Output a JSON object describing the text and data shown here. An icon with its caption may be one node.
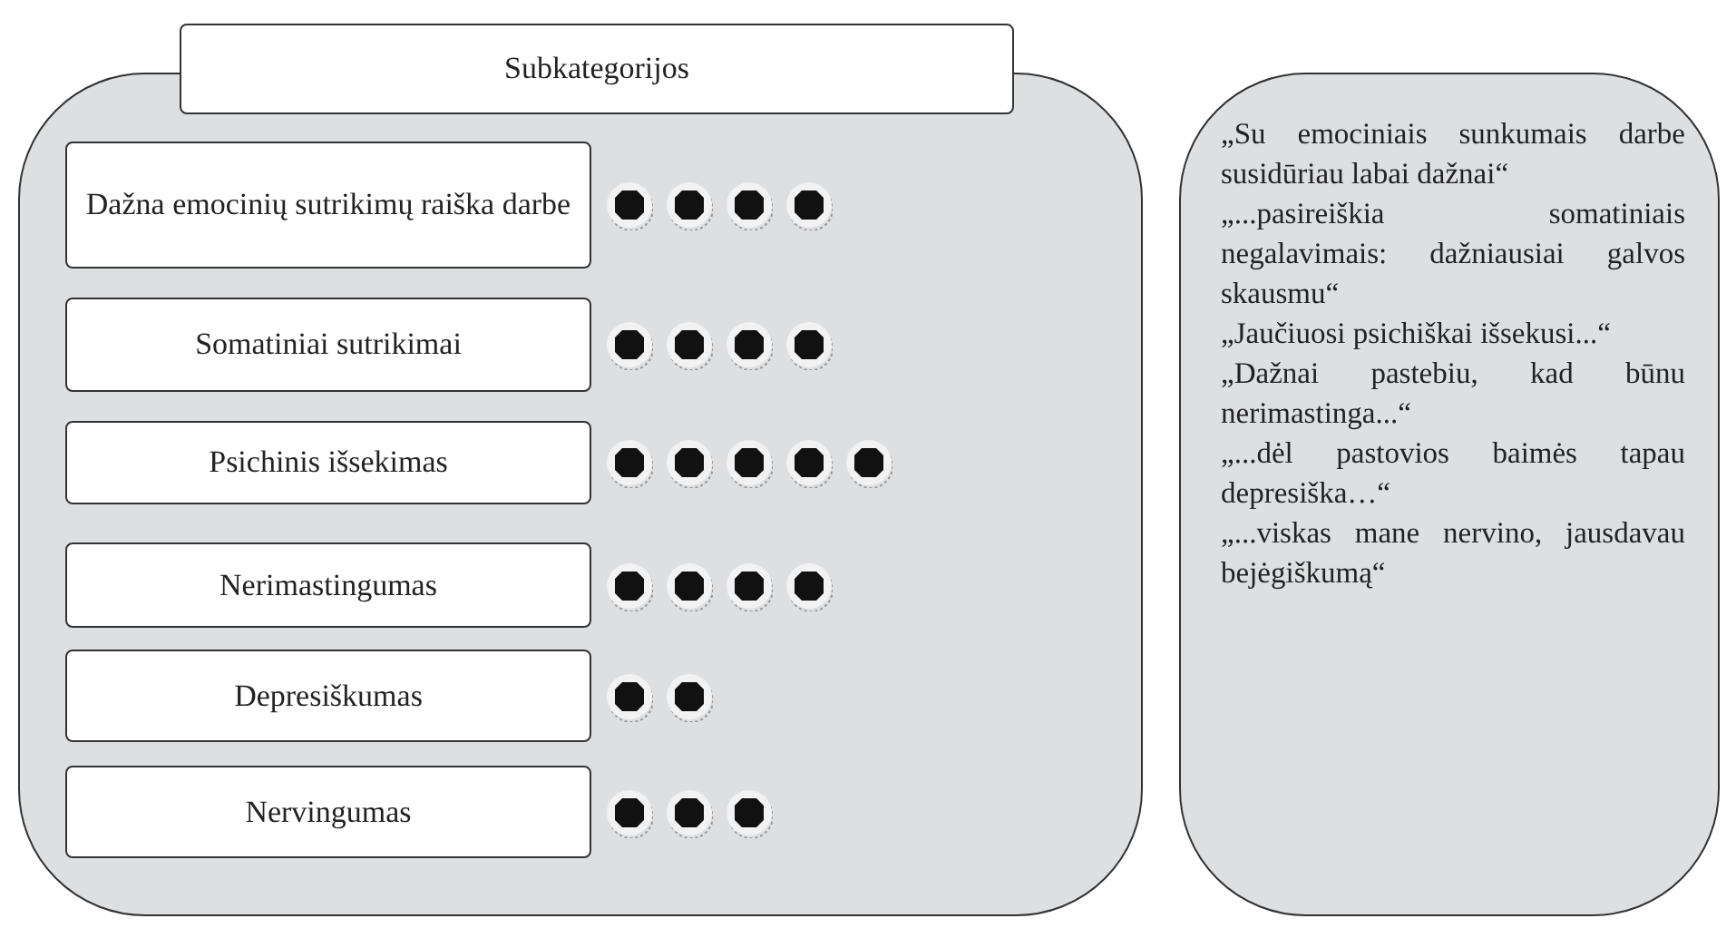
{
  "diagram": {
    "nodes": [
      {
        "text": [
          "Subkategorijos"
        ]
      },
      {
        "text": [
          "Dažna emocinių sutrikimų raiška darbe"
        ],
        "in": 0
      },
      {
        "text": [
          "Somatiniai sutrikimai"
        ],
        "in": 0
      },
      {
        "text": [
          "Psichinis išsekimas"
        ],
        "in": 0
      },
      {
        "text": [
          "Nerimastingumas"
        ],
        "in": 0
      },
      {
        "text": [
          "Depresiškumas"
        ],
        "in": 0
      },
      {
        "text": [
          "Nervingumas"
        ],
        "in": 0
      },
      {
        "text": [
          "„Su emociniais sunkumais darbe susidūriau labai dažnai“",
          "„...pasireiškia somatiniais negalavimais: dažniausiai galvos skausmu“",
          "„Jaučiuosi psichiškai išsekusi...“",
          "„Dažnai pastebiu, kad būnu nerimastinga...“",
          "„...dėl pastovios baimės tapau depresiška…“",
          "„...viskas mane nervino, jausdavau bejėgiškumą“"
        ]
      }
    ]
  }
}
